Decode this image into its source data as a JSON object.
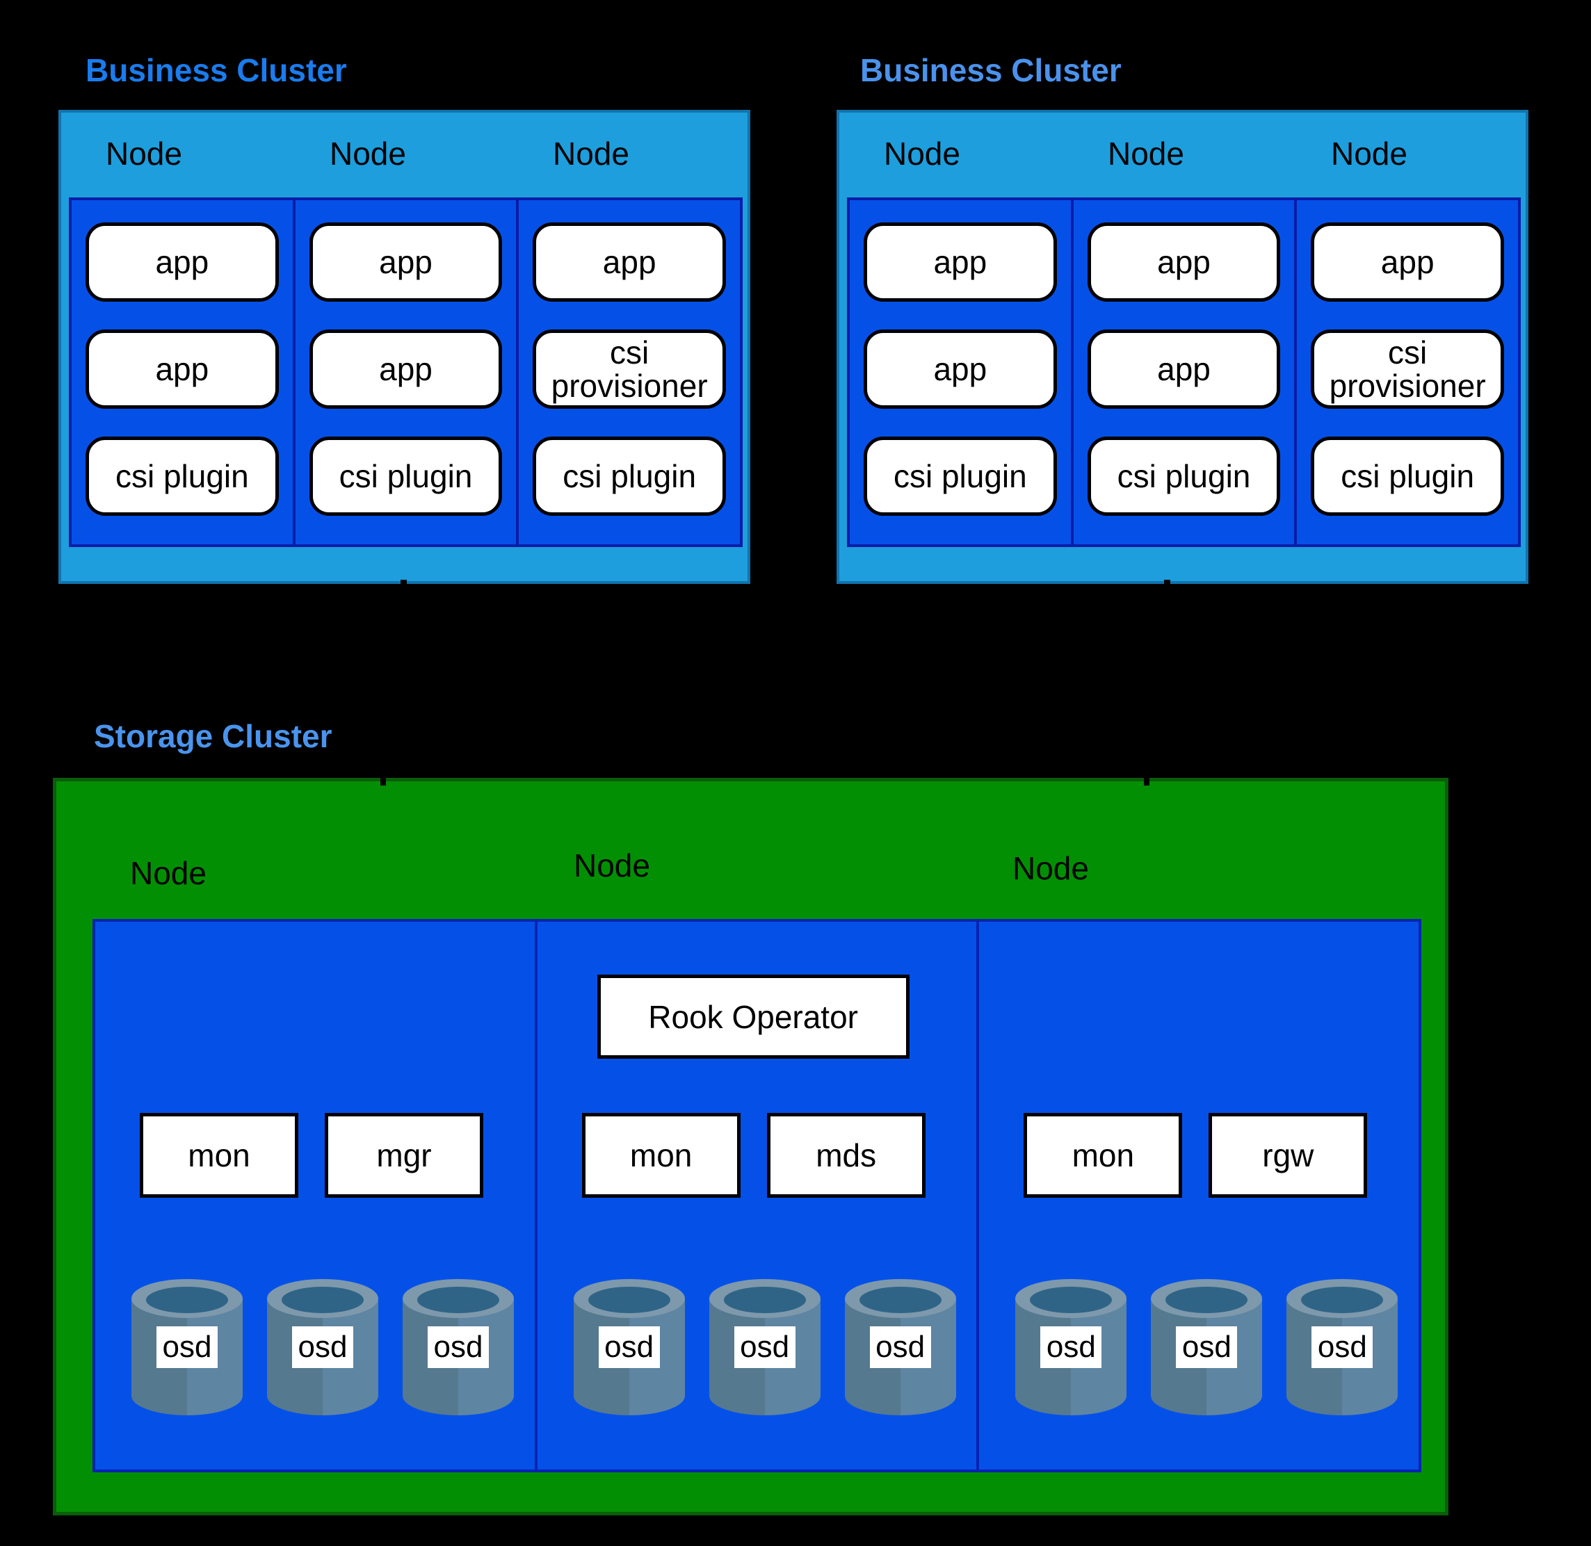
{
  "colors": {
    "background": "#000000",
    "business_title_1": "#1a7cee",
    "business_title_2": "#4a92ec",
    "storage_title": "#4a94ee",
    "node_header_bg": "#1e9edd",
    "node_box_bg": "#0551e8",
    "node_border_navy": "#0a1ca8",
    "storage_green": "#038f03",
    "cylinder_rim": "#7e99ac",
    "cylinder_opening": "#2f6486",
    "cylinder_body_left": "#55798f",
    "cylinder_body_right": "#5e85a2"
  },
  "business_clusters": [
    {
      "title": "Business Cluster",
      "nodes": [
        {
          "label": "Node",
          "pods": [
            "app",
            "app",
            "csi plugin"
          ]
        },
        {
          "label": "Node",
          "pods": [
            "app",
            "app",
            "csi plugin"
          ]
        },
        {
          "label": "Node",
          "pods": [
            "app",
            "csi provisioner",
            "csi plugin"
          ]
        }
      ]
    },
    {
      "title": "Business Cluster",
      "nodes": [
        {
          "label": "Node",
          "pods": [
            "app",
            "app",
            "csi plugin"
          ]
        },
        {
          "label": "Node",
          "pods": [
            "app",
            "app",
            "csi plugin"
          ]
        },
        {
          "label": "Node",
          "pods": [
            "app",
            "csi provisioner",
            "csi plugin"
          ]
        }
      ]
    }
  ],
  "storage_cluster": {
    "title": "Storage Cluster",
    "nodes": [
      {
        "label": "Node",
        "operator": "",
        "services": [
          "mon",
          "mgr"
        ],
        "osds": [
          "osd",
          "osd",
          "osd"
        ]
      },
      {
        "label": "Node",
        "operator": "Rook Operator",
        "services": [
          "mon",
          "mds"
        ],
        "osds": [
          "osd",
          "osd",
          "osd"
        ]
      },
      {
        "label": "Node",
        "operator": "",
        "services": [
          "mon",
          "rgw"
        ],
        "osds": [
          "osd",
          "osd",
          "osd"
        ]
      }
    ]
  }
}
